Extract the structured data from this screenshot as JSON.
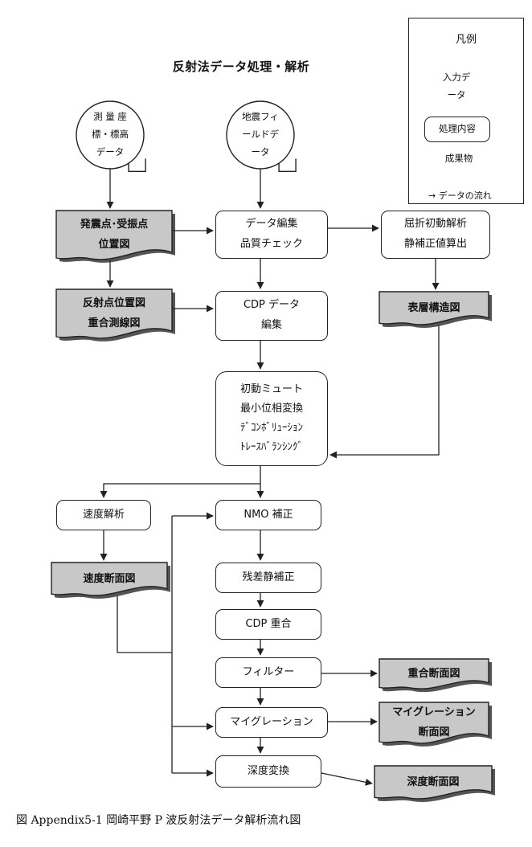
{
  "title": "反射法データ処理・解析",
  "caption": "図 Appendix5-1 岡崎平野 P 波反射法データ解析流れ図",
  "legend": {
    "title": "凡例",
    "input_lines": [
      "入力デ",
      "ータ"
    ],
    "process": "処理内容",
    "product": "成果物",
    "flow": "→ データの流れ"
  },
  "inputs": {
    "survey": [
      "測 量 座",
      "標・標高",
      "データ"
    ],
    "field": [
      "地震フィ",
      "ールドデ",
      "ータ"
    ]
  },
  "products": {
    "shot_receiver": [
      "発震点･受振点",
      "位置図"
    ],
    "reflection": [
      "反射点位置図",
      "重合測線図"
    ],
    "surface": [
      "表層構造図"
    ],
    "velocity": [
      "速度断面図"
    ],
    "stack": [
      "重合断面図"
    ],
    "migration": [
      "マイグレーション",
      "断面図"
    ],
    "depth": [
      "深度断面図"
    ]
  },
  "processes": {
    "edit": [
      "データ編集",
      "品質チェック"
    ],
    "refraction": [
      "屈折初動解析",
      "静補正値算出"
    ],
    "cdp_edit": [
      "CDP データ",
      "編集"
    ],
    "pre": [
      "初動ミュート",
      "最小位相変換",
      "ﾃﾞｺﾝﾎﾞﾘｭｰｼｮﾝ",
      "ﾄﾚｰｽﾊﾞﾗﾝｼﾝｸﾞ"
    ],
    "velocity": [
      "速度解析"
    ],
    "nmo": [
      "NMO 補正"
    ],
    "residual": [
      "残差静補正"
    ],
    "cdp_stack": [
      "CDP 重合"
    ],
    "filter": [
      "フィルター"
    ],
    "migration": [
      "マイグレーション"
    ],
    "depth": [
      "深度変換"
    ]
  },
  "colors": {
    "product_fill": "#c8c8c8",
    "line": "#222222",
    "background": "#ffffff"
  }
}
